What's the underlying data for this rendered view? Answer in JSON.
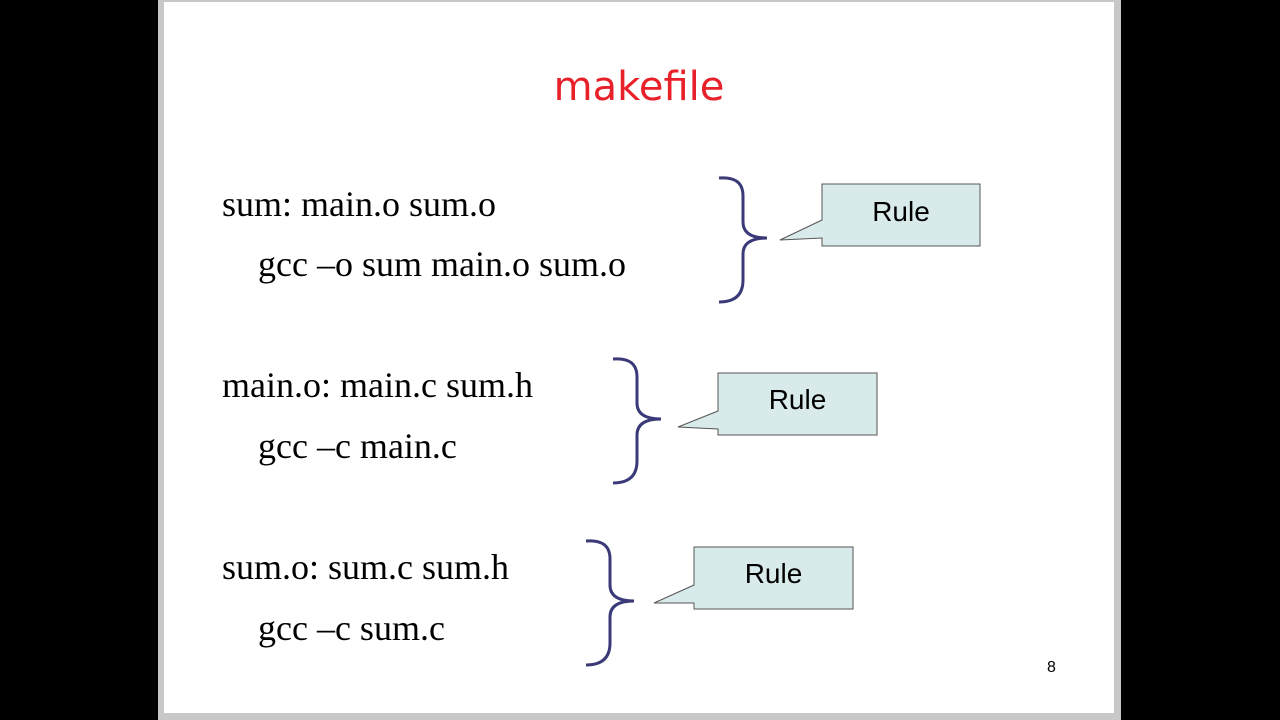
{
  "slide": {
    "title": "makefile",
    "page_number": "8",
    "colors": {
      "title": "#e8202a",
      "brace": "#3a3a78",
      "callout_fill": "#d9eaea",
      "callout_border": "#555555"
    },
    "rules": [
      {
        "target_line": "sum: main.o sum.o",
        "command_line": "gcc –o sum main.o sum.o",
        "callout_label": "Rule"
      },
      {
        "target_line": "main.o: main.c sum.h",
        "command_line": "gcc –c main.c",
        "callout_label": "Rule"
      },
      {
        "target_line": "sum.o: sum.c sum.h",
        "command_line": "gcc –c sum.c",
        "callout_label": "Rule"
      }
    ]
  }
}
